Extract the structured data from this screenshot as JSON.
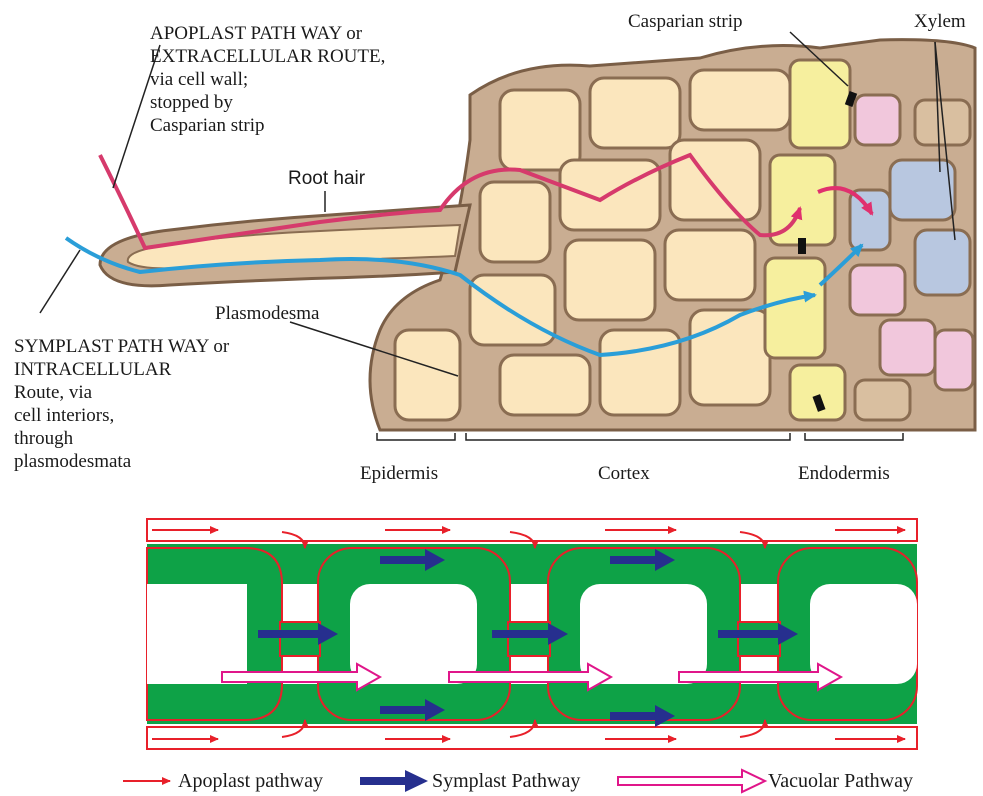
{
  "labels": {
    "apoplast": [
      "APOPLAST PATH WAY or",
      "EXTRACELLULAR ROUTE,",
      "via cell wall;",
      "stopped by",
      "Casparian strip"
    ],
    "symplast": [
      "SYMPLAST PATH WAY or",
      "INTRACELLULAR",
      "Route, via",
      "cell interiors,",
      "through",
      "plasmodesmata"
    ],
    "casparian_strip": "Casparian strip",
    "xylem": "Xylem",
    "root_hair": "Root hair",
    "plasmodesma": "Plasmodesma",
    "epidermis": "Epidermis",
    "cortex": "Cortex",
    "endodermis": "Endodermis"
  },
  "legend": {
    "apoplast": "Apoplast pathway",
    "symplast": "Symplast Pathway",
    "vacuolar": "Vacuolar Pathway"
  },
  "colors": {
    "cell_wall": "#8a6d52",
    "cell_wall_fill": "#d9bfa0",
    "cortex_cell": "#fbe6bd",
    "endodermis_cell": "#f6ef9e",
    "xylem_cell": "#b8c7e0",
    "pink_cell": "#f1c7dc",
    "apoplast_route": "#d63a6c",
    "symplast_route": "#2a9ed8",
    "plasma_green": "#0ea247",
    "apoplast_arrow": "#e8202a",
    "symplast_arrow": "#262f8e",
    "vacuolar_arrow": "#e0168a"
  }
}
